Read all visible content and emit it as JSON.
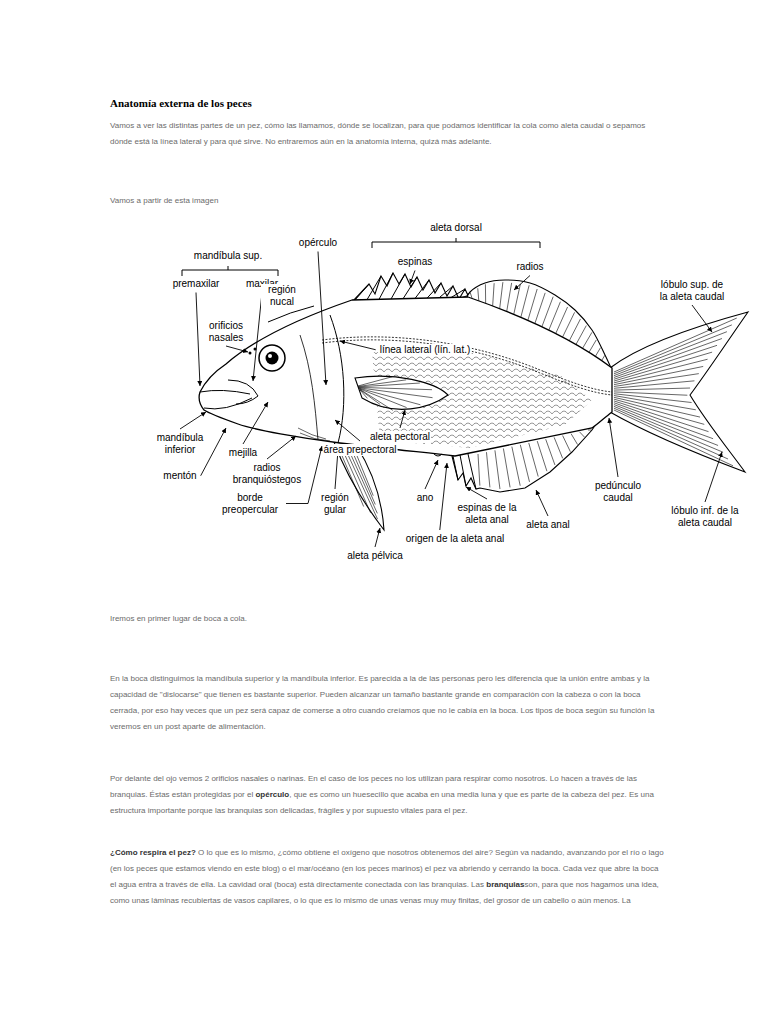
{
  "diagram": {
    "title": "Anatomía externa de los peces",
    "labels": [
      "Vamos a ver las distintas partes de un pez, cómo las llamamos, dónde se localizan, para que podamos identificar la cola como aleta caudal o sepamos dónde está la línea lateral y para qué sirve. No entraremos aún en la anatomía interna, quizá más adelante.",
      "Vamos a partir de esta imagen",
      "mandíbula sup.",
      "premaxilar",
      "maxilar",
      "opérculo",
      "región nucal",
      "orificios nasales",
      "aleta dorsal",
      "espinas",
      "radios",
      "lóbulo sup. de la aleta caudal",
      "línea lateral (lín. lat.)",
      "aleta pectoral",
      "área prepectoral",
      "mandíbula inferior",
      "mentón",
      "mejilla",
      "radios branquióstegos",
      "borde preopercular",
      "región gular",
      "aleta pélvica",
      "ano",
      "espinas de la aleta anal",
      "origen de la aleta anal",
      "aleta anal",
      "pedúnculo caudal",
      "lóbulo inf. de la aleta caudal",
      "Iremos en primer lugar de boca a cola.",
      "En la boca distinguimos la mandíbula superior y la mandíbula inferior. Es parecida a la de las personas pero les diferencia que la unión entre ambas y la capacidad de \"dislocarse\" que tienen es bastante superior. Pueden alcanzar un tamaño bastante grande en comparación con la cabeza o con la boca cerrada, por eso hay veces que un pez será capaz de comerse a otro cuando creíamos que no le cabía en la boca. Los tipos de boca según su función la veremos en un post aparte de alimentación.",
      "Por delante del ojo vemos 2 orificios nasales o narinas. En el caso de los peces no los utilizan para respirar como nosotros. Lo hacen a través de las branquias. Éstas están protegidas por el",
      "opérculo",
      ", que es como un huesecillo que acaba en una media luna y que es parte de la cabeza del pez. Es una estructura importante porque las branquias son delicadas, frágiles y por supuesto vitales para el pez.",
      "¿Cómo respira el pez?",
      "O lo que es lo mismo, ¿cómo obtiene el oxígeno que nosotros obtenemos del aire? Según va nadando, avanzando por el río o lago (en los peces que estamos viendo en este blog) o el mar/océano (en los peces marinos) el pez va abriendo y cerrando la boca. Cada vez que abre la boca el agua entra a través de ella. La cavidad oral (boca) está directamente conectada con las branquias. Las",
      "branquias",
      "son, para que nos hagamos una idea, como unas láminas recubiertas de vasos capilares, o lo que es lo mismo de unas venas muy muy finitas, del grosor de un cabello o aún menos. La"
    ]
  }
}
